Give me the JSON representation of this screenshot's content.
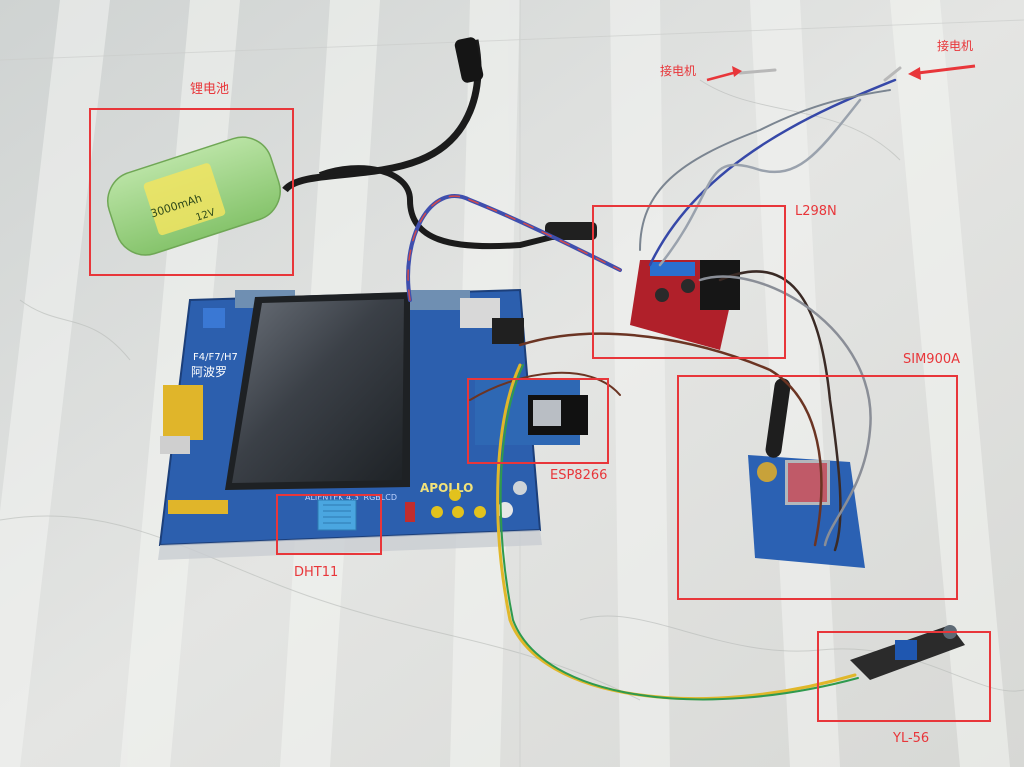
{
  "annotations": {
    "battery": "锂电池",
    "motor_driver": "L298N",
    "gsm_module": "SIM900A",
    "wifi_module": "ESP8266",
    "temp_sensor": "DHT11",
    "flame_sensor": "YL-56",
    "motor_conn_left": "接电机",
    "motor_conn_right": "接电机"
  },
  "battery_label": {
    "capacity": "3000mAh",
    "voltage": "12V"
  },
  "board_silkscreen": {
    "model": "F4/F7/H7",
    "name": "阿波罗",
    "brand": "APOLLO",
    "lcd": "ALIENTEK 4.3' RGBLCD"
  },
  "colors": {
    "annotation": "#e8363a",
    "background": "#dfe1e0",
    "battery": "#9fd48a",
    "pcb_blue": "#2a5fa8",
    "motor_driver_red": "#b0202a"
  }
}
